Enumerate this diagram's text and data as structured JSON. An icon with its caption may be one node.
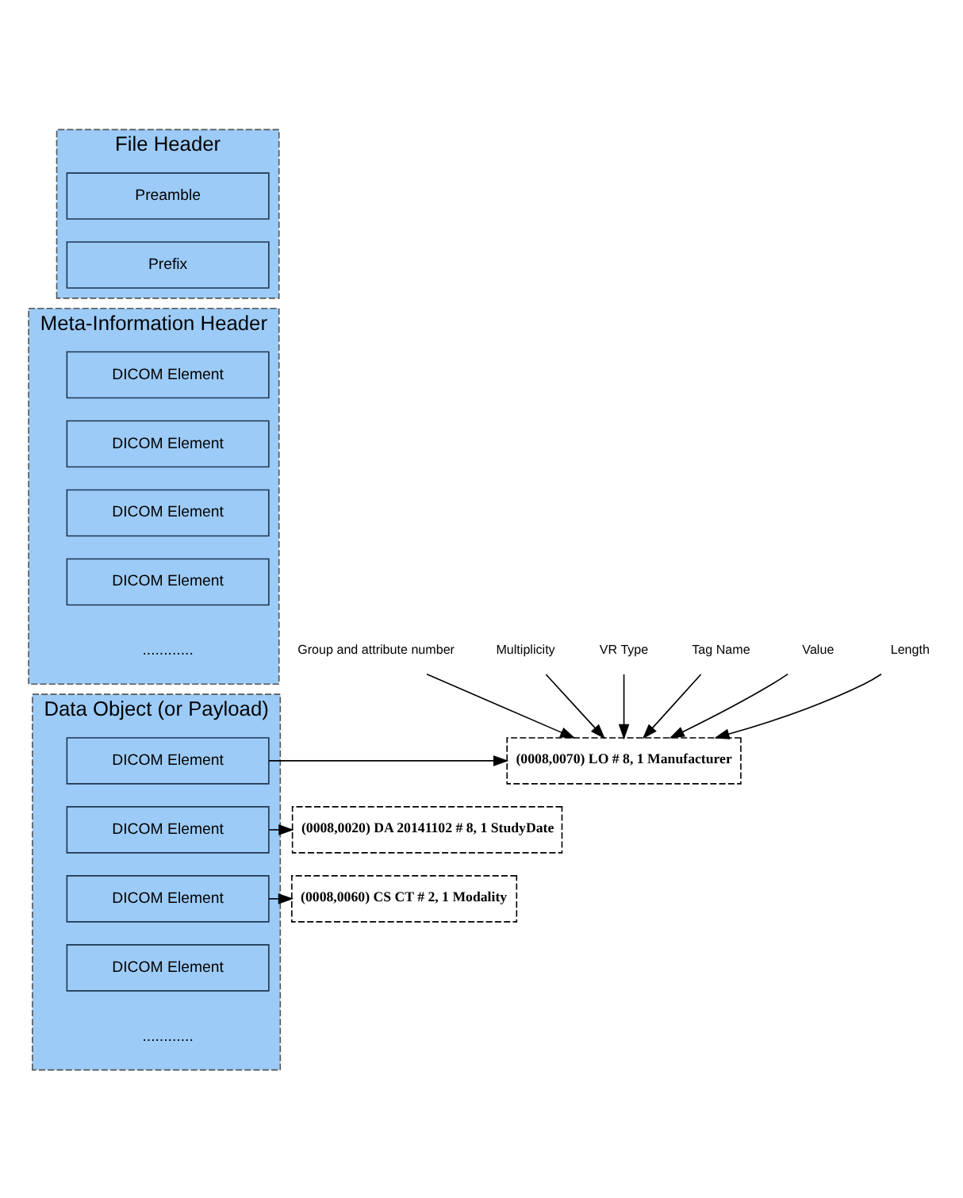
{
  "diagram": {
    "nodes": [
      {
        "text": [
          "File Header"
        ]
      },
      {
        "text": [
          "Preamble"
        ],
        "in": 0
      },
      {
        "text": [
          "Prefix"
        ],
        "in": 0
      },
      {
        "text": [
          "Meta-Information Header"
        ]
      },
      {
        "text": [
          "DICOM Element"
        ],
        "in": 3
      },
      {
        "text": [
          "DICOM Element"
        ],
        "in": 3
      },
      {
        "text": [
          "DICOM Element"
        ],
        "in": 3
      },
      {
        "text": [
          "DICOM Element"
        ],
        "in": 3
      },
      {
        "text": [
          "Data Object (or Payload)"
        ]
      },
      {
        "text": [
          "DICOM Element"
        ],
        "in": 8
      },
      {
        "text": [
          "DICOM Element"
        ],
        "in": 8
      },
      {
        "text": [
          "DICOM Element"
        ],
        "in": 8
      },
      {
        "text": [
          "DICOM Element"
        ],
        "in": 8
      },
      {
        "text": [
          "(0008,0070) LO # 8, 1 Manufacturer"
        ]
      },
      {
        "text": [
          "(0008,0020) DA 20141102 # 8, 1 StudyDate"
        ]
      },
      {
        "text": [
          "(0008,0060) CS CT # 2, 1 Modality"
        ]
      },
      {
        "text": [
          "Group and attribute number"
        ]
      },
      {
        "text": [
          "Multiplicity"
        ]
      },
      {
        "text": [
          "VR Type"
        ]
      },
      {
        "text": [
          "Tag Name"
        ]
      },
      {
        "text": [
          "Value"
        ]
      },
      {
        "text": [
          "Length"
        ]
      }
    ],
    "edges": [
      {
        "from": 9,
        "to": 13,
        "arrow": "to"
      },
      {
        "from": 10,
        "to": 14,
        "arrow": "to"
      },
      {
        "from": 11,
        "to": 15,
        "arrow": "to"
      },
      {
        "from": 16,
        "to": 13,
        "arrow": "to"
      },
      {
        "from": 19,
        "to": 13,
        "arrow": "to"
      },
      {
        "from": 18,
        "to": 13,
        "arrow": "to"
      },
      {
        "from": 20,
        "to": 13,
        "arrow": "to"
      },
      {
        "from": 21,
        "to": 13,
        "arrow": "to"
      },
      {
        "from": 17,
        "to": 13,
        "arrow": "to"
      }
    ],
    "labels": [
      "............",
      "............"
    ]
  }
}
